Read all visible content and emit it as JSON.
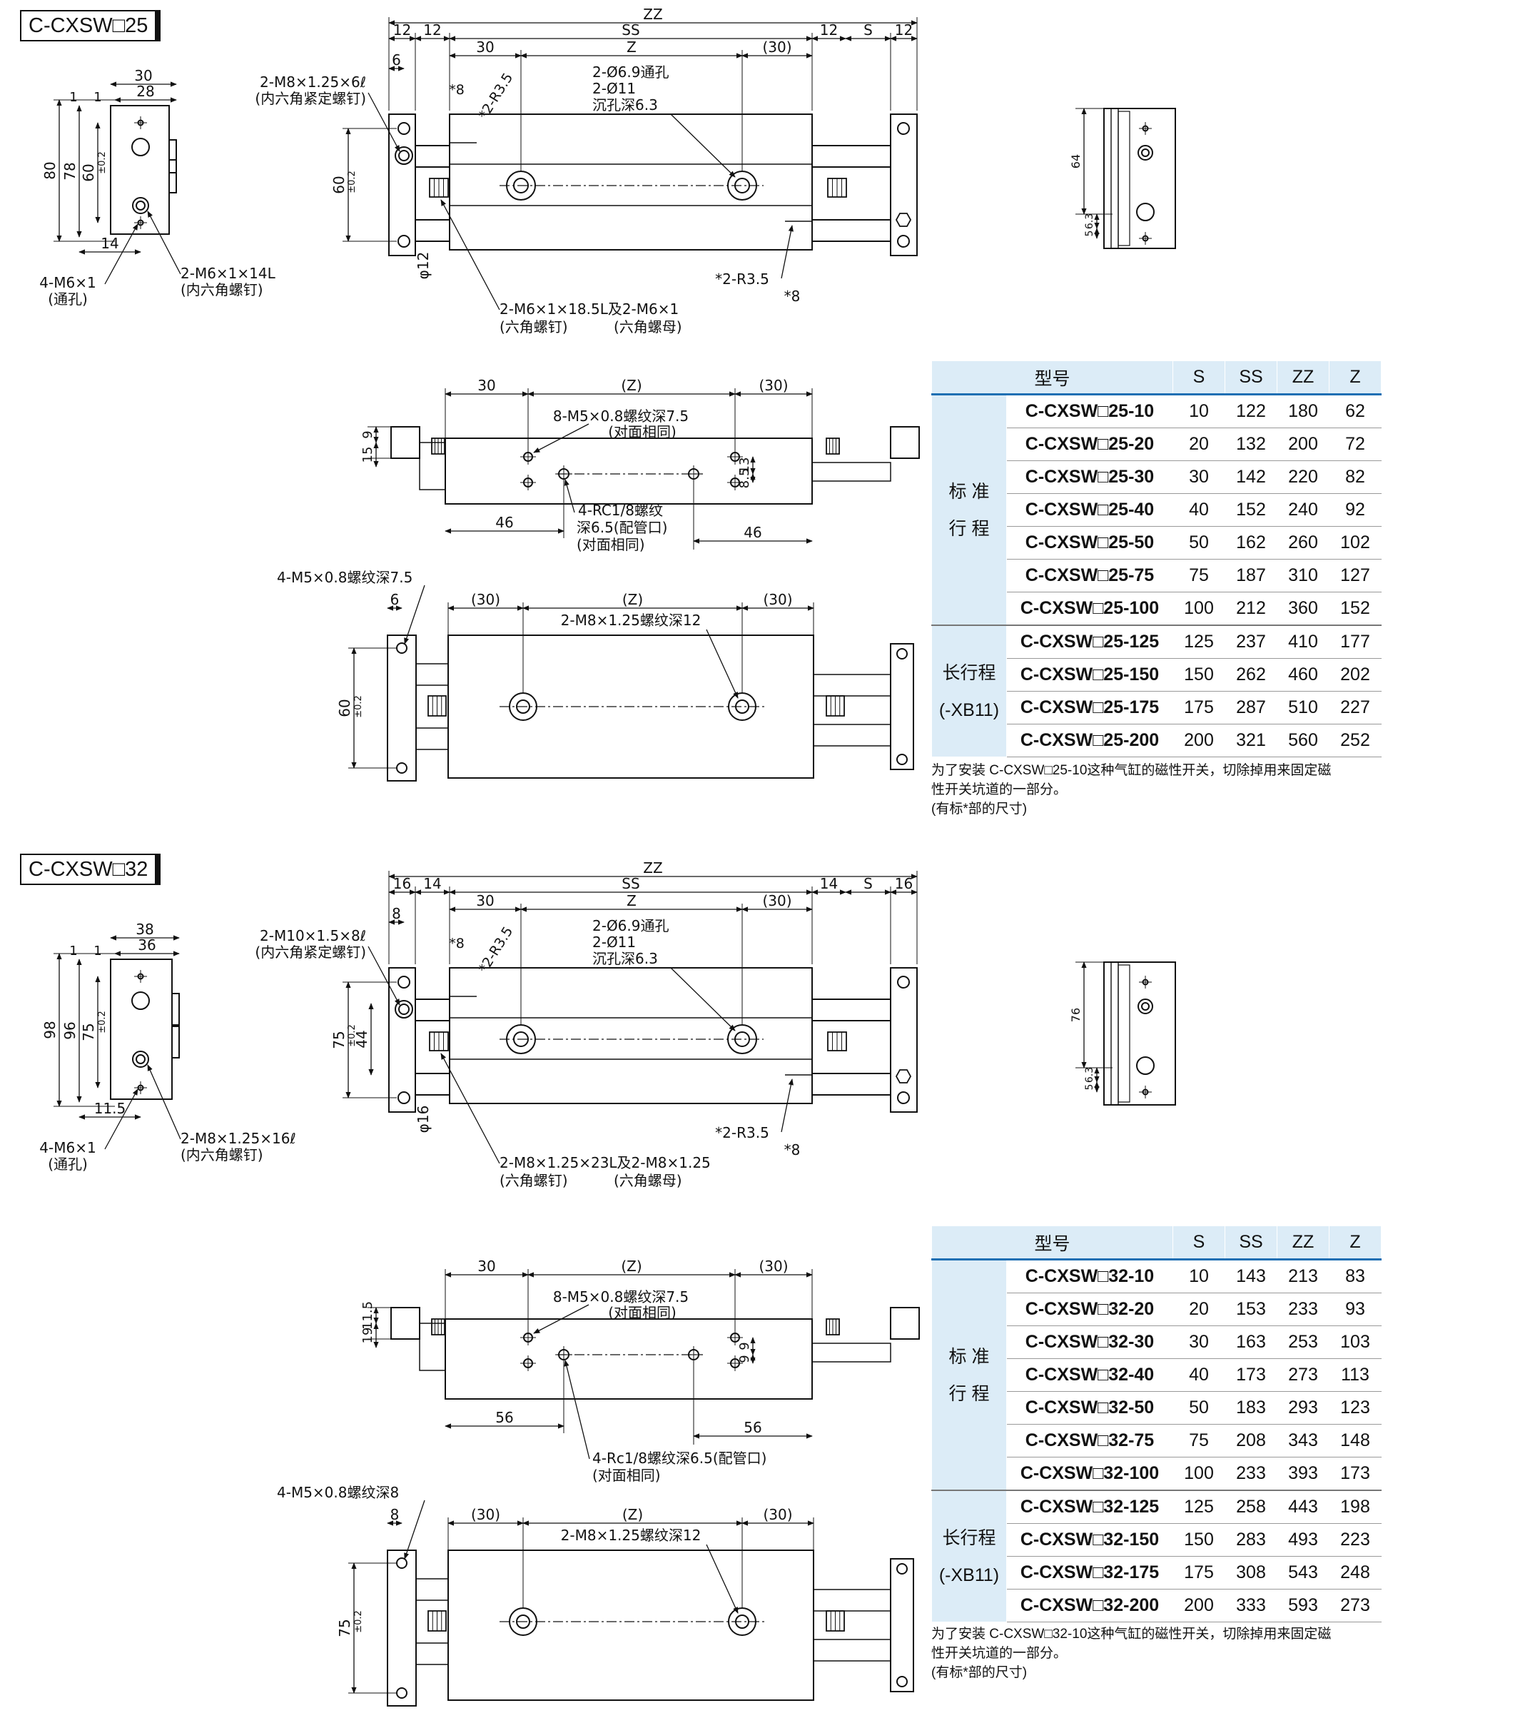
{
  "sections": [
    {
      "title": "C-CXSW□25",
      "left_view": {
        "dims": [
          "30",
          "28",
          "1",
          "1",
          "80",
          "78",
          "60",
          "±0.2",
          "14"
        ],
        "callouts": [
          "4-M6×1",
          "(通孔)",
          "2-M6×1×14L",
          "(内六角螺钉)",
          "4-M5×0.8",
          "螺纹深度7.5"
        ]
      },
      "front_view": {
        "top_dims": [
          "ZZ",
          "12",
          "12",
          "SS",
          "30",
          "Z",
          "(30)",
          "12",
          "S",
          "12"
        ],
        "side_dims": [
          "6",
          "60",
          "±0.2",
          "φ12"
        ],
        "callouts": [
          "2-M8×1.25×6ℓ",
          "(内六角紧定螺钉)",
          "*8",
          "*2-R3.5",
          "2-Ø6.9通孔",
          "2-Ø11",
          "沉孔深6.3",
          "*2-R3.5",
          "*8",
          "2-M6×1×18.5L及2-M6×1",
          "(六角螺钉)",
          "(六角螺母)"
        ]
      },
      "end_view": {
        "dims": [
          "64",
          "6.3",
          "5"
        ]
      },
      "top_view": {
        "dims": [
          "30",
          "(Z)",
          "(30)",
          "9",
          "15",
          "13",
          "8.5",
          "46",
          "46"
        ],
        "callouts": [
          "8-M5×0.8螺纹深7.5",
          "(对面相同)",
          "4-RC1/8螺纹",
          "深6.5(配管口)",
          "(对面相同)"
        ]
      },
      "bottom_view": {
        "dims": [
          "6",
          "(30)",
          "(Z)",
          "(30)",
          "60",
          "±0.2"
        ],
        "callouts": [
          "4-M5×0.8螺纹深7.5",
          "2-M8×1.25螺纹深12"
        ]
      },
      "table": {
        "headers": [
          "型号",
          "S",
          "SS",
          "ZZ",
          "Z"
        ],
        "groups": [
          {
            "label": "标 准\n行 程",
            "rows": [
              [
                "C-CXSW□25-10",
                "10",
                "122",
                "180",
                "62"
              ],
              [
                "C-CXSW□25-20",
                "20",
                "132",
                "200",
                "72"
              ],
              [
                "C-CXSW□25-30",
                "30",
                "142",
                "220",
                "82"
              ],
              [
                "C-CXSW□25-40",
                "40",
                "152",
                "240",
                "92"
              ],
              [
                "C-CXSW□25-50",
                "50",
                "162",
                "260",
                "102"
              ],
              [
                "C-CXSW□25-75",
                "75",
                "187",
                "310",
                "127"
              ],
              [
                "C-CXSW□25-100",
                "100",
                "212",
                "360",
                "152"
              ]
            ]
          },
          {
            "label": "长行程\n(-XB11)",
            "rows": [
              [
                "C-CXSW□25-125",
                "125",
                "237",
                "410",
                "177"
              ],
              [
                "C-CXSW□25-150",
                "150",
                "262",
                "460",
                "202"
              ],
              [
                "C-CXSW□25-175",
                "175",
                "287",
                "510",
                "227"
              ],
              [
                "C-CXSW□25-200",
                "200",
                "321",
                "560",
                "252"
              ]
            ]
          }
        ]
      },
      "note": [
        "为了安装 C-CXSW□25-10这种气缸的磁性开关，切除掉用来固定磁",
        "性开关坑道的一部分。",
        "(有标*部的尺寸)"
      ]
    },
    {
      "title": "C-CXSW□32",
      "left_view": {
        "dims": [
          "38",
          "36",
          "1",
          "1",
          "98",
          "96",
          "75",
          "±0.2",
          "11.5"
        ],
        "callouts": [
          "4-M6×1",
          "(通孔)",
          "2-M8×1.25×16ℓ",
          "(内六角螺钉)",
          "4-M5×0.8",
          "螺纹深8"
        ]
      },
      "front_view": {
        "top_dims": [
          "ZZ",
          "16",
          "14",
          "SS",
          "30",
          "Z",
          "(30)",
          "14",
          "S",
          "16"
        ],
        "side_dims": [
          "8",
          "75",
          "±0.2",
          "44",
          "φ16"
        ],
        "callouts": [
          "2-M10×1.5×8ℓ",
          "(内六角紧定螺钉)",
          "*8",
          "*2-R3.5",
          "2-Ø6.9通孔",
          "2-Ø11",
          "沉孔深6.3",
          "*2-R3.5",
          "*8",
          "2-M8×1.25×23L及2-M8×1.25",
          "(六角螺钉)",
          "(六角螺母)"
        ]
      },
      "end_view": {
        "dims": [
          "76",
          "6.3",
          "5"
        ]
      },
      "top_view": {
        "dims": [
          "30",
          "(Z)",
          "(30)",
          "11.5",
          "19",
          "9",
          "9",
          "56",
          "56"
        ],
        "callouts": [
          "8-M5×0.8螺纹深7.5",
          "(对面相同)",
          "4-Rc1/8螺纹深6.5(配管口)",
          "(对面相同)"
        ]
      },
      "bottom_view": {
        "dims": [
          "8",
          "(30)",
          "(Z)",
          "(30)",
          "75",
          "±0.2"
        ],
        "callouts": [
          "4-M5×0.8螺纹深8",
          "2-M8×1.25螺纹深12"
        ]
      },
      "table": {
        "headers": [
          "型号",
          "S",
          "SS",
          "ZZ",
          "Z"
        ],
        "groups": [
          {
            "label": "标 准\n行 程",
            "rows": [
              [
                "C-CXSW□32-10",
                "10",
                "143",
                "213",
                "83"
              ],
              [
                "C-CXSW□32-20",
                "20",
                "153",
                "233",
                "93"
              ],
              [
                "C-CXSW□32-30",
                "30",
                "163",
                "253",
                "103"
              ],
              [
                "C-CXSW□32-40",
                "40",
                "173",
                "273",
                "113"
              ],
              [
                "C-CXSW□32-50",
                "50",
                "183",
                "293",
                "123"
              ],
              [
                "C-CXSW□32-75",
                "75",
                "208",
                "343",
                "148"
              ],
              [
                "C-CXSW□32-100",
                "100",
                "233",
                "393",
                "173"
              ]
            ]
          },
          {
            "label": "长行程\n(-XB11)",
            "rows": [
              [
                "C-CXSW□32-125",
                "125",
                "258",
                "443",
                "198"
              ],
              [
                "C-CXSW□32-150",
                "150",
                "283",
                "493",
                "223"
              ],
              [
                "C-CXSW□32-175",
                "175",
                "308",
                "543",
                "248"
              ],
              [
                "C-CXSW□32-200",
                "200",
                "333",
                "593",
                "273"
              ]
            ]
          }
        ]
      },
      "note": [
        "为了安装 C-CXSW□32-10这种气缸的磁性开关，切除掉用来固定磁",
        "性开关坑道的一部分。",
        "(有标*部的尺寸)"
      ]
    }
  ]
}
